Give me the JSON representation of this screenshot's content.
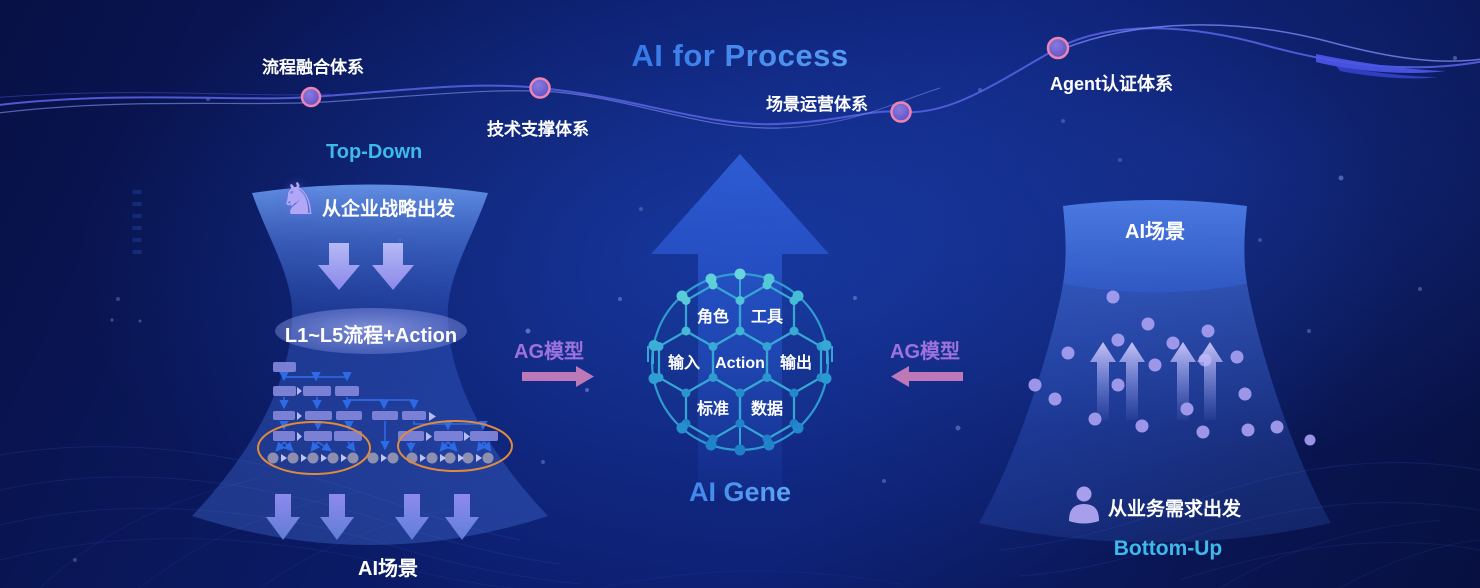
{
  "title": "AI for Process",
  "wave_systems": [
    {
      "label": "流程融合体系"
    },
    {
      "label": "技术支撑体系"
    },
    {
      "label": "场景运营体系"
    },
    {
      "label": "Agent认证体系"
    }
  ],
  "left_funnel": {
    "approach_label": "Top-Down",
    "knight_icon": "♞",
    "strategy_label": "从企业战略出发",
    "process_pill_label": "L1~L5流程+Action",
    "result_label": "AI场景"
  },
  "center": {
    "left_model_label": "AG模型",
    "right_model_label": "AG模型",
    "gene_title": "AI Gene",
    "sphere_labels": [
      "角色",
      "工具",
      "输入",
      "Action",
      "输出",
      "标准",
      "数据"
    ]
  },
  "right_funnel": {
    "scene_label": "AI场景",
    "demand_label": "从业务需求出发",
    "approach_label": "Bottom-Up"
  },
  "colors": {
    "background_deep": "#060e3e",
    "background_mid": "#0d2078",
    "title_gradient_start": "#2a6ce6",
    "title_gradient_end": "#61a8f4",
    "cyan_label": "#3fb9ea",
    "purple_label": "#9d72dd",
    "pink_arrow": "#c77cba",
    "pink_dot_ring": "#ef84b4",
    "lavender": "#a99ff0",
    "sphere_teal": "#36a6d4",
    "flow_blue": "#2e6ae6",
    "flow_rect_purple": "#8084d8",
    "orange_highlight": "#e08a3c"
  }
}
